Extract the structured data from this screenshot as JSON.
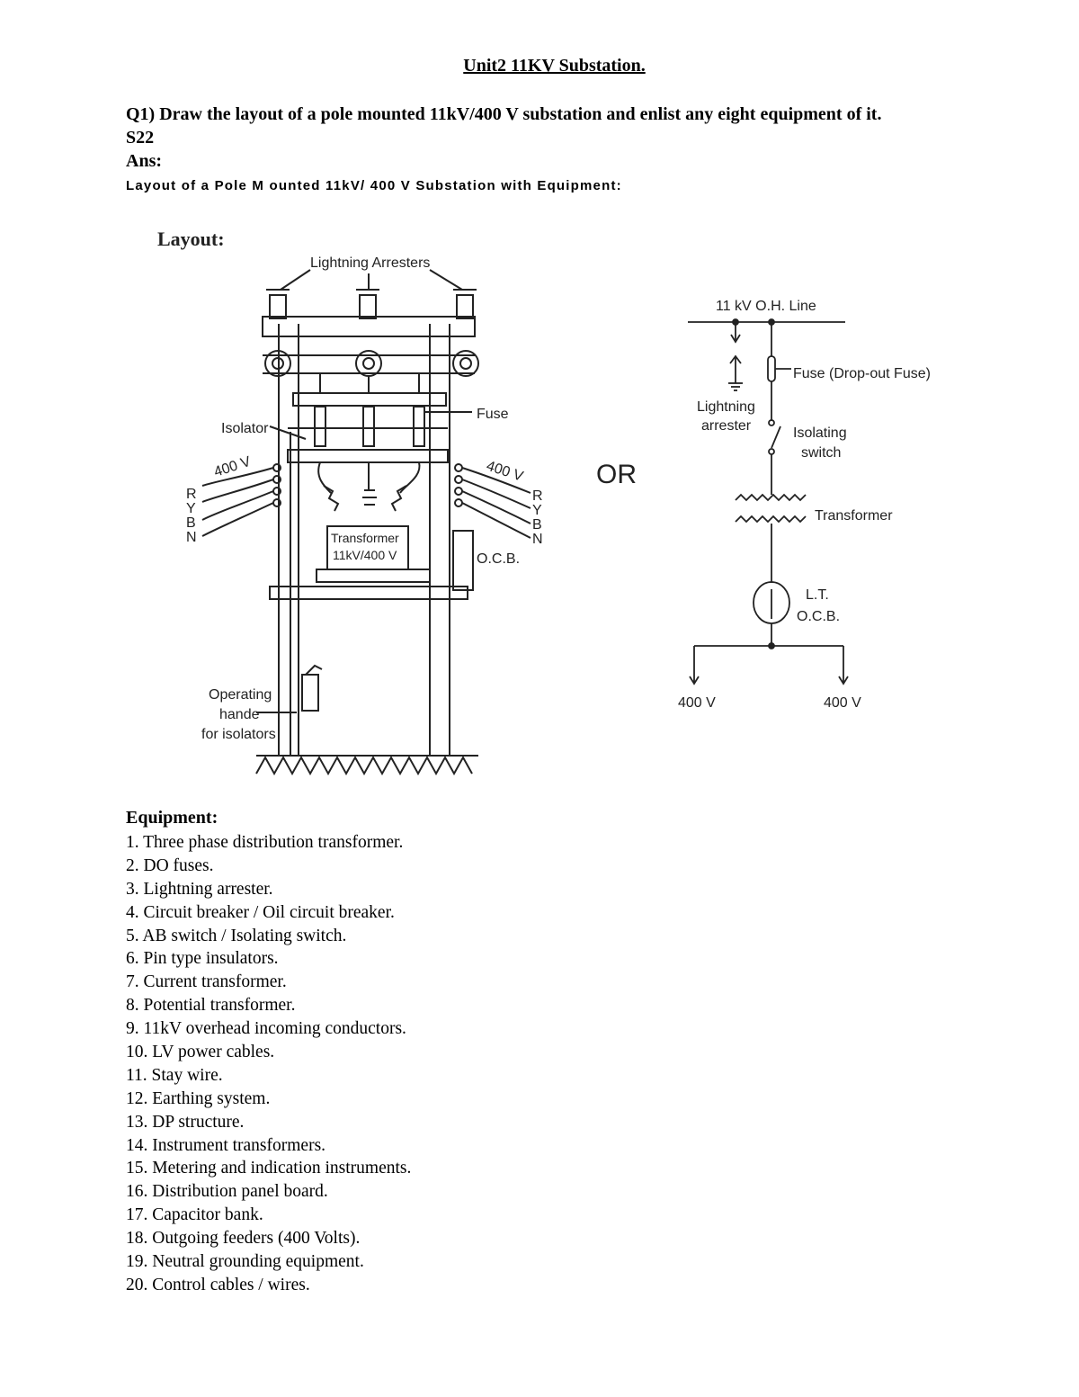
{
  "doc": {
    "title": "Unit2 11KV Substation.",
    "question": "Q1) Draw the layout of a pole mounted 11kV/400 V substation and enlist any eight equipment of it.",
    "tag": "S22",
    "answer_label": "Ans:",
    "subheading": "Layout of a Pole M ounted 11kV/ 400 V Substation with Equipment:"
  },
  "left_figure": {
    "heading": "Layout:",
    "lightning_arresters": "Lightning Arresters",
    "isolator": "Isolator",
    "fuse": "Fuse",
    "v400_left": "400 V",
    "v400_right": "400 V",
    "phases": [
      "R",
      "Y",
      "B",
      "N"
    ],
    "transformer_line1": "Transformer",
    "transformer_line2": "11kV/400 V",
    "ocb": "O.C.B.",
    "operating_line1": "Operating",
    "operating_line2": "hande",
    "operating_line3": "for isolators"
  },
  "or_label": "OR",
  "right_figure": {
    "line_label": "11 kV O.H. Line",
    "fuse_label": "Fuse (Drop-out Fuse)",
    "lightning_line1": "Lightning",
    "lightning_line2": "arrester",
    "isolating_line1": "Isolating",
    "isolating_line2": "switch",
    "transformer": "Transformer",
    "lt_line1": "L.T.",
    "lt_line2": "O.C.B.",
    "out_left": "400 V",
    "out_right": "400 V"
  },
  "equipment": {
    "heading": "Equipment:",
    "items": [
      "1. Three phase distribution transformer.",
      "2. DO fuses.",
      "3. Lightning arrester.",
      "4. Circuit breaker / Oil circuit breaker.",
      "5. AB switch / Isolating switch.",
      "6. Pin type insulators.",
      "7. Current transformer.",
      "8. Potential transformer.",
      "9. 11kV overhead incoming conductors.",
      "10. LV power cables.",
      "11. Stay wire.",
      "12. Earthing system.",
      "13. DP structure.",
      "14. Instrument transformers.",
      "15. Metering and indication instruments.",
      "16. Distribution panel board.",
      "17. Capacitor bank.",
      "18. Outgoing feeders (400 Volts).",
      "19. Neutral grounding equipment.",
      "20. Control cables / wires."
    ]
  }
}
